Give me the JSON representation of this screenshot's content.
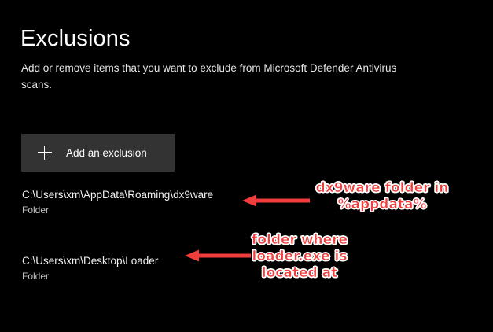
{
  "page": {
    "title": "Exclusions",
    "description": "Add or remove items that you want to exclude from Microsoft Defender Antivirus scans.",
    "background_color": "#000000"
  },
  "add_button": {
    "label": "Add an exclusion",
    "icon": "plus-icon",
    "background_color": "#333333",
    "text_color": "#ffffff"
  },
  "exclusions": [
    {
      "path": "C:\\Users\\xm\\AppData\\Roaming\\dx9ware",
      "type": "Folder"
    },
    {
      "path": "C:\\Users\\xm\\Desktop\\Loader",
      "type": "Folder"
    }
  ],
  "annotations": [
    {
      "text": "dx9ware folder in\n%appdata%",
      "color": "#f23d3d",
      "outline_color": "#ffffff",
      "arrow": "left-arrow-icon"
    },
    {
      "text": "folder where\nloader.exe is\nlocated at",
      "color": "#f23d3d",
      "outline_color": "#ffffff",
      "arrow": "left-arrow-icon"
    }
  ]
}
